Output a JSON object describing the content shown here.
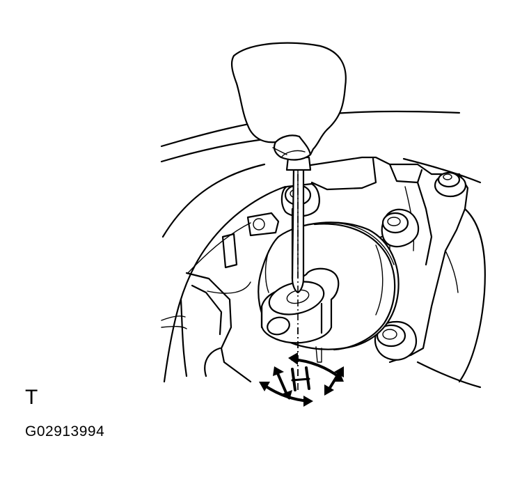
{
  "figure": {
    "view_mark": "T",
    "figure_code": "G02913994"
  },
  "colors": {
    "ink": "#000000",
    "paper": "#ffffff"
  },
  "icons": {
    "motion_indicator": "two-axis-rotation-arrows"
  }
}
